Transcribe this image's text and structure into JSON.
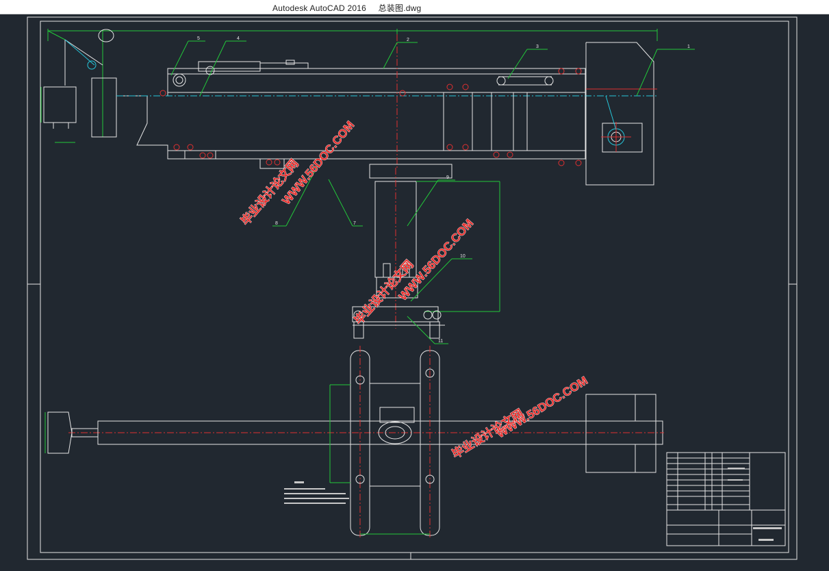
{
  "window": {
    "app_name": "Autodesk AutoCAD 2016",
    "file_name": "总装图.dwg"
  },
  "drawing": {
    "part_labels": [
      "1",
      "2",
      "3",
      "4",
      "5",
      "7",
      "8",
      "9",
      "10",
      "11"
    ]
  },
  "watermarks": [
    {
      "site": "WWW.56DOC.COM",
      "brand": "毕业设计论文网"
    },
    {
      "site": "WWW.56DOC.COM",
      "brand": "毕业设计论文网"
    },
    {
      "site": "WWW.56DOC.COM",
      "brand": "毕业设计论文网"
    }
  ],
  "colors": {
    "background": "#212830",
    "line": "#e6e6e6",
    "center_line": "#e03030",
    "dimension": "#22c83a",
    "cyan": "#26c6da",
    "watermark": "#e8302e"
  }
}
